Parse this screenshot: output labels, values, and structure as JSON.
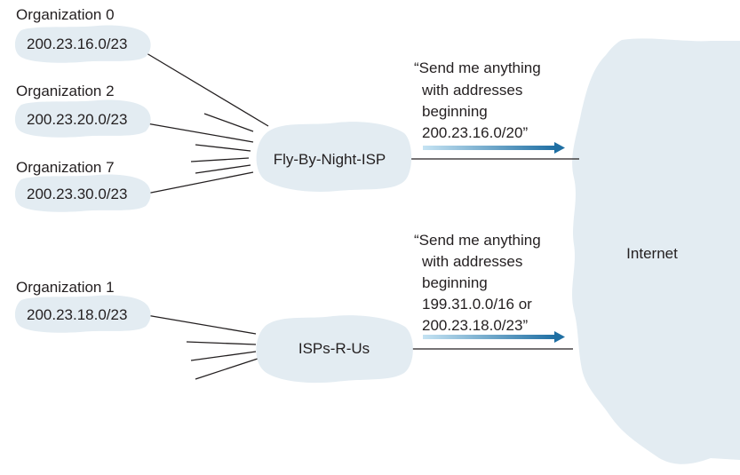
{
  "organizations": [
    {
      "name": "Organization 0",
      "prefix": "200.23.16.0/23"
    },
    {
      "name": "Organization 2",
      "prefix": "200.23.20.0/23"
    },
    {
      "name": "Organization 7",
      "prefix": "200.23.30.0/23"
    },
    {
      "name": "Organization 1",
      "prefix": "200.23.18.0/23"
    }
  ],
  "isps": {
    "fly_by_night": "Fly-By-Night-ISP",
    "isps_r_us": "ISPs-R-Us"
  },
  "internet": "Internet",
  "advertisements": {
    "fly_by_night": [
      "“Send me anything",
      "with addresses",
      "beginning",
      "200.23.16.0/20”"
    ],
    "isps_r_us": [
      "“Send me anything",
      "with addresses",
      "beginning",
      "199.31.0.0/16 or",
      "200.23.18.0/23”"
    ]
  },
  "colors": {
    "cloud_fill": "#e3ecf2",
    "arrow_start": "#c5e3f3",
    "arrow_end": "#1f6fa3",
    "text": "#231f20"
  }
}
